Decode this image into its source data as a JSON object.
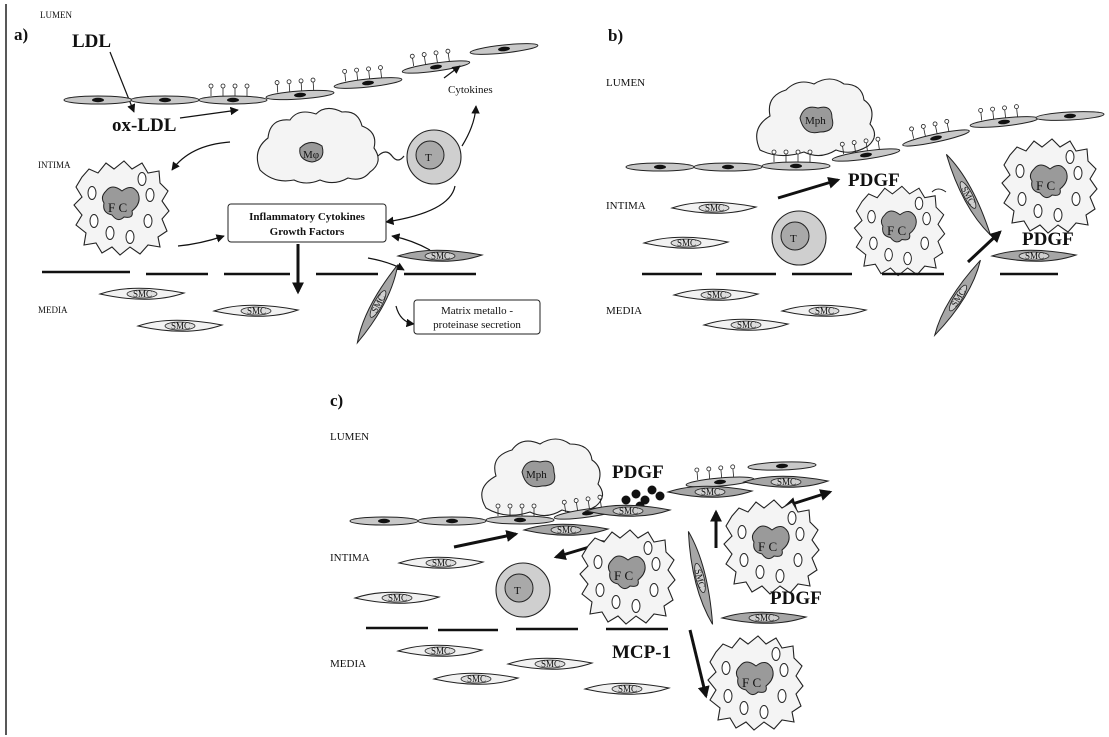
{
  "panel_a": {
    "letter": "a)",
    "lumen": "LUMEN",
    "ldl": "LDL",
    "oxldl": "ox-LDL",
    "cytokines": "Cytokines",
    "intima": "INTIMA",
    "media": "MEDIA",
    "mph": "Mφ",
    "t": "T",
    "fc": "F C",
    "box1_line1": "Inflammatory Cytokines",
    "box1_line2": "Growth Factors",
    "box2_line1": "Matrix metallo -",
    "box2_line2": "proteinase secretion",
    "smc": "SMC"
  },
  "panel_b": {
    "letter": "b)",
    "lumen": "LUMEN",
    "intima": "INTIMA",
    "media": "MEDIA",
    "mph": "Mph",
    "t": "T",
    "fc": "F C",
    "pdgf1": "PDGF",
    "pdgf2": "PDGF",
    "smc": "SMC"
  },
  "panel_c": {
    "letter": "c)",
    "lumen": "LUMEN",
    "intima": "INTIMA",
    "media": "MEDIA",
    "mph": "Mph",
    "t": "T",
    "fc": "F C",
    "pdgf1": "PDGF",
    "pdgf2": "PDGF",
    "mcp1": "MCP-1",
    "smc": "SMC"
  }
}
